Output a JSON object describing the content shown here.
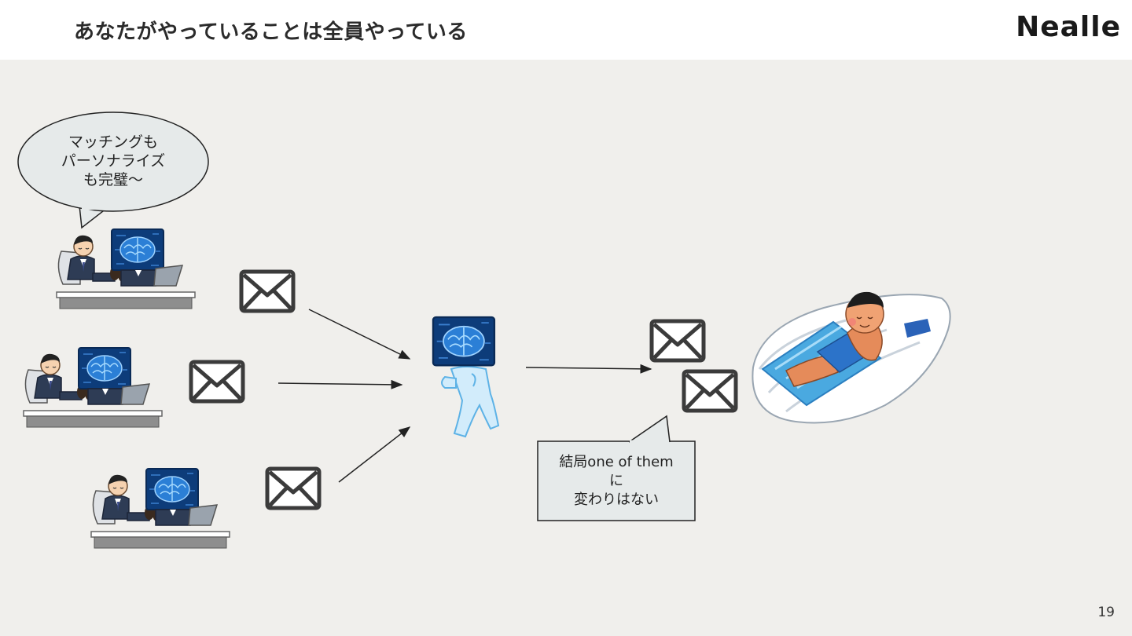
{
  "header": {
    "title": "あなたがやっていることは全員やっている",
    "logo": "Nealle"
  },
  "speech_bubble": {
    "text": "マッチングも\nパーソナライズ\nも完璧〜"
  },
  "note": {
    "text": "結局one of them\nに\n変わりはない"
  },
  "footer": {
    "page_number": "19"
  },
  "icons": {
    "worker": "ai-brain-worker-at-desk-icon",
    "mail": "envelope-icon",
    "robot": "walking-ai-brain-robot-icon",
    "relaxing": "person-relaxing-on-boat-icon"
  },
  "colors": {
    "background": "#f0efec",
    "header": "#ffffff",
    "brain": "#2b7fd6",
    "screen": "#0d3c7a",
    "suit": "#2e3c55",
    "water": "#4aa9e0"
  }
}
